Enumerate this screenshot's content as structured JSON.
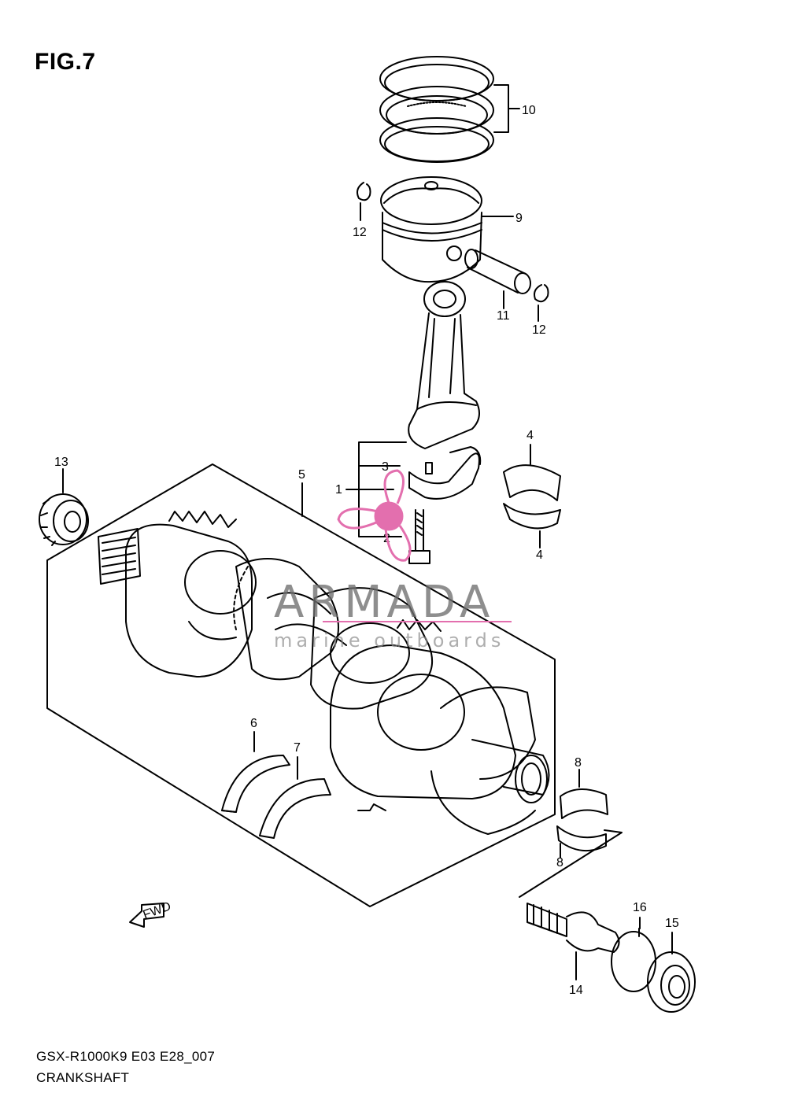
{
  "figure": {
    "title": "FIG.7",
    "model_code": "GSX-R1000K9 E03 E28_007",
    "diagram_name": "CRANKSHAFT"
  },
  "watermark": {
    "brand": "ARMADA",
    "tagline": "marine outboards",
    "accent_color": "#e36fae"
  },
  "fwd_marker": {
    "label": "FWD"
  },
  "callouts": {
    "c1": "1",
    "c2": "2",
    "c3": "3",
    "c4a": "4",
    "c4b": "4",
    "c5": "5",
    "c6": "6",
    "c7": "7",
    "c8a": "8",
    "c8b": "8",
    "c9": "9",
    "c10": "10",
    "c11": "11",
    "c12a": "12",
    "c12b": "12",
    "c13": "13",
    "c14": "14",
    "c15": "15",
    "c16": "16"
  }
}
